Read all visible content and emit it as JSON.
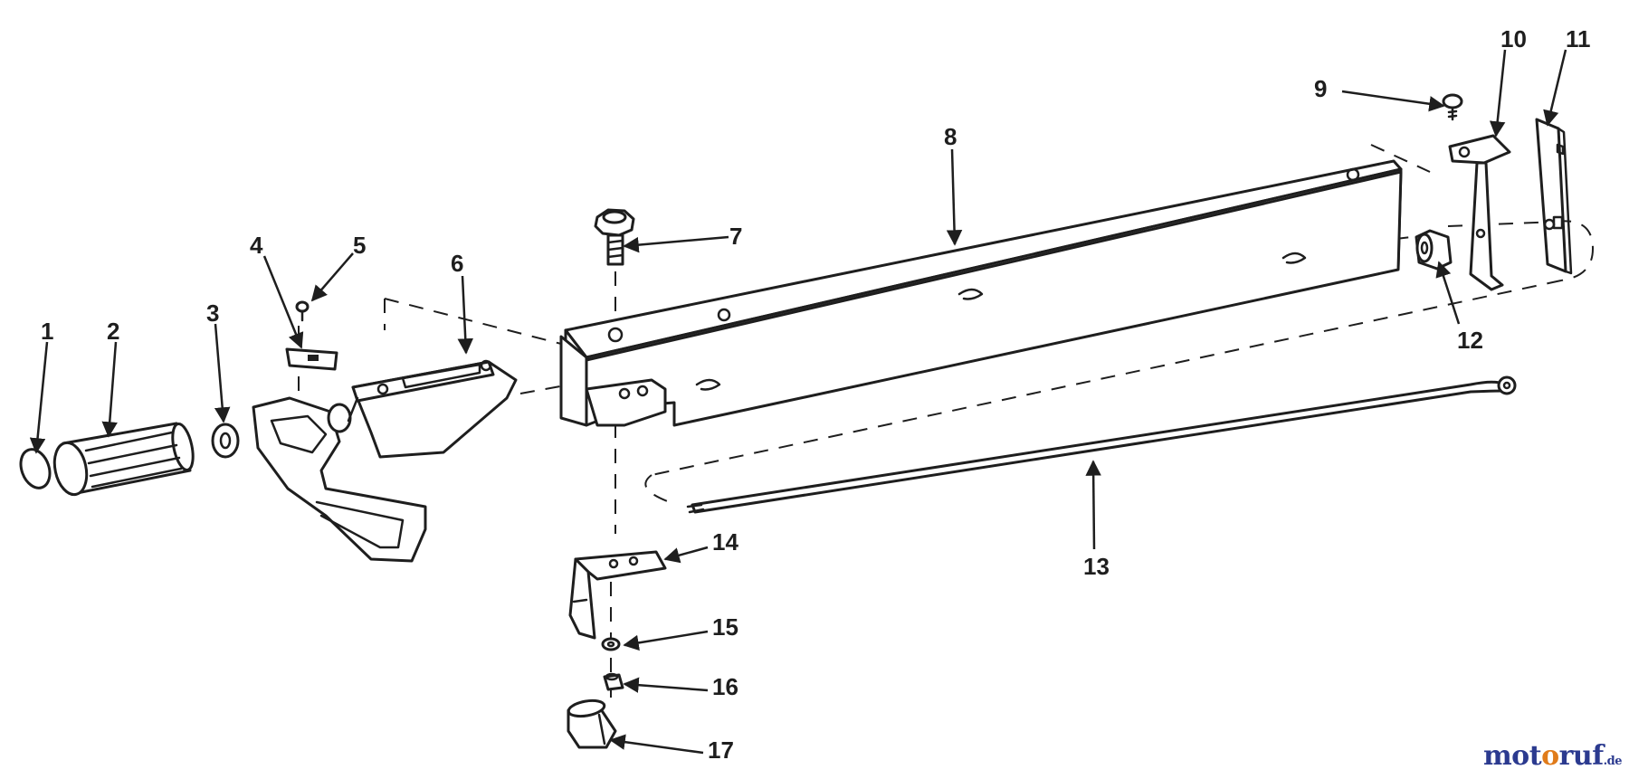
{
  "diagram": {
    "callouts": [
      "1",
      "2",
      "3",
      "4",
      "5",
      "6",
      "7",
      "8",
      "9",
      "10",
      "11",
      "12",
      "13",
      "14",
      "15",
      "16",
      "17"
    ]
  },
  "watermark": {
    "part1": "mot",
    "part2": "o",
    "part3": "ruf",
    "tld": ".de"
  },
  "colors": {
    "line": "#1e1e1e",
    "background": "#ffffff",
    "brand_blue": "#2b3a8f",
    "brand_orange": "#e07b1a"
  }
}
